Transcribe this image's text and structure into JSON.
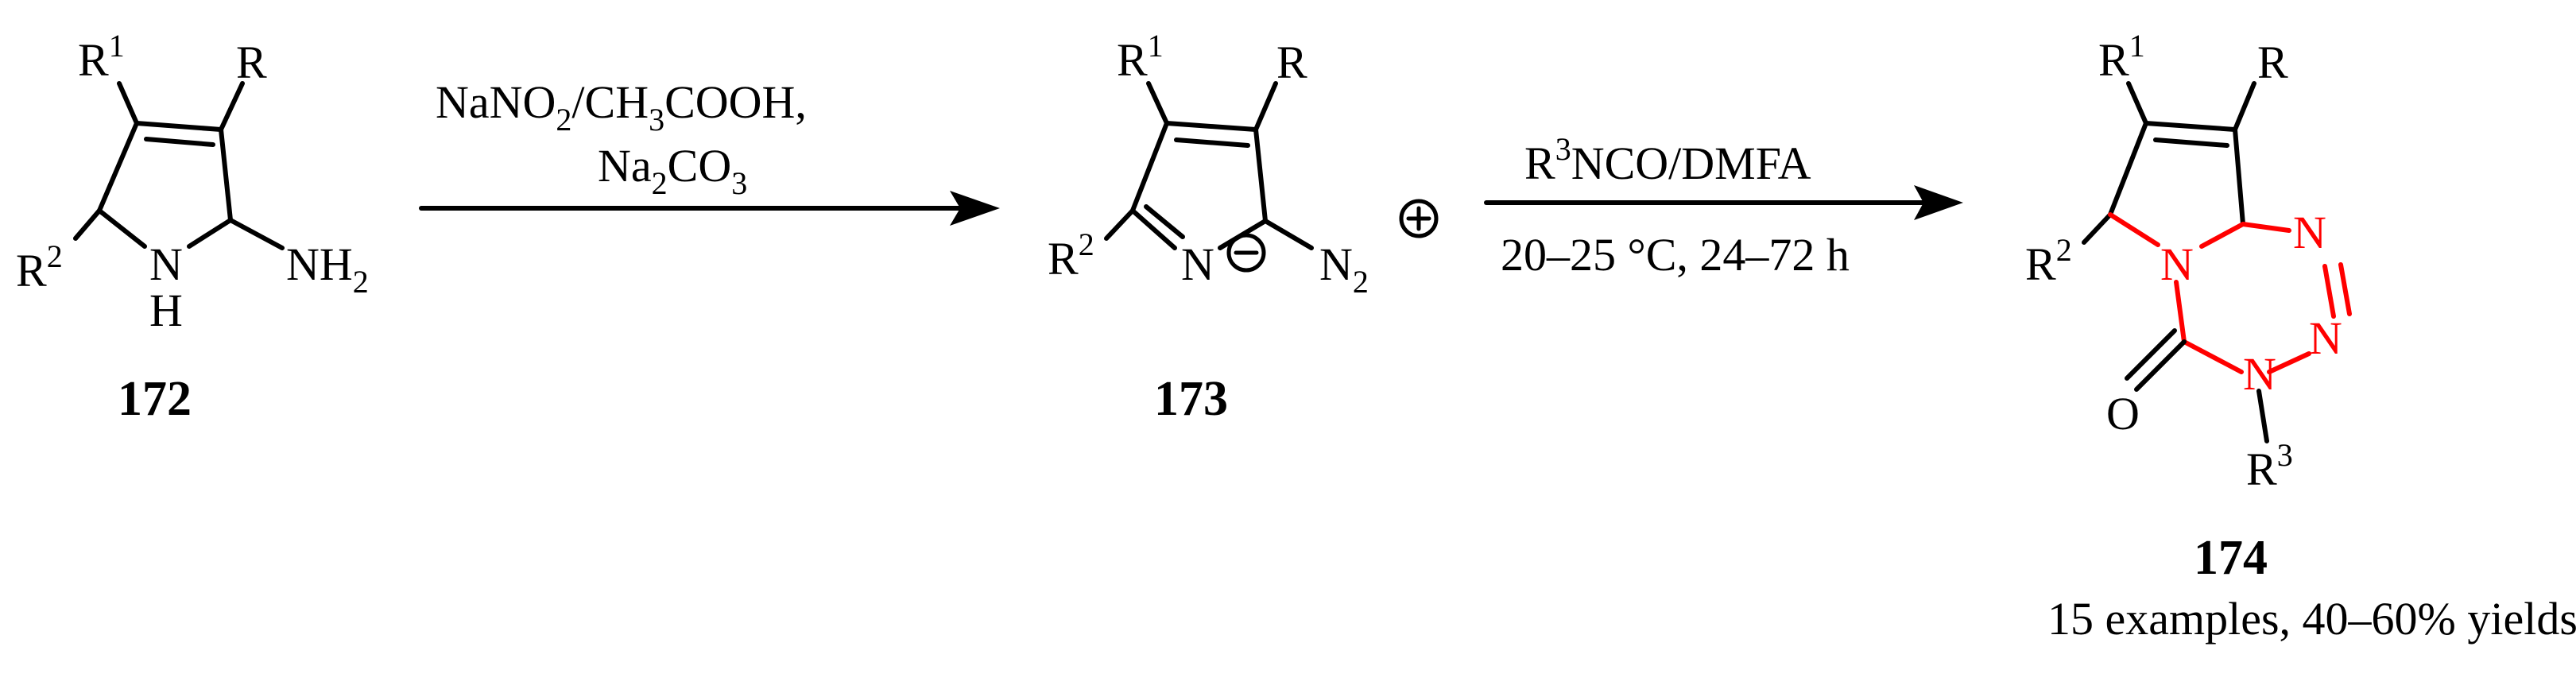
{
  "labels": {
    "R": "R",
    "R1": "R",
    "R1_sup": "1",
    "R2": "R",
    "R2_sup": "2",
    "R3": "R",
    "R3_sup": "3",
    "NH": "N",
    "H": "H",
    "NH2": "NH",
    "NH2_sub": "2",
    "N": "N",
    "N2": "N",
    "N2_sub": "2",
    "O": "O",
    "minus": "−",
    "plus": "+"
  },
  "compounds": {
    "c172": "172",
    "c173": "173",
    "c174": "174"
  },
  "arrow1": {
    "line1_a": "NaNO",
    "line1_sub1": "2",
    "line1_b": "/CH",
    "line1_sub2": "3",
    "line1_c": "COOH,",
    "line2_a": "Na",
    "line2_sub1": "2",
    "line2_b": "CO",
    "line2_sub2": "3"
  },
  "arrow2": {
    "line1_a": "R",
    "line1_sup": "3",
    "line1_b": "NCO/DMFA",
    "line2": "20–25 °C, 24–72 h"
  },
  "yield_note": "15 examples, 40–60% yields",
  "colors": {
    "bond": "#000000",
    "highlight": "#ff0000"
  }
}
